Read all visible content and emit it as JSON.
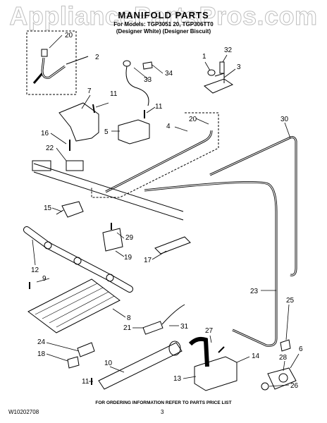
{
  "watermark": "AppliancePartsPros.com",
  "title": "MANIFOLD PARTS",
  "models_line": "For Models: TGP3051 20, TGP306TT0",
  "variants_line": "(Designer White) (Designer Biscuit)",
  "footer_note": "FOR ORDERING INFORMATION REFER TO PARTS PRICE LIST",
  "doc_number": "W10202708",
  "page_number": "3",
  "callouts": [
    "20",
    "2",
    "34",
    "33",
    "1",
    "32",
    "3",
    "7",
    "11",
    "11",
    "5",
    "4",
    "20",
    "30",
    "16",
    "22",
    "15",
    "29",
    "19",
    "17",
    "12",
    "9",
    "23",
    "8",
    "21",
    "31",
    "27",
    "25",
    "24",
    "18",
    "10",
    "11",
    "13",
    "14",
    "28",
    "6",
    "26"
  ]
}
